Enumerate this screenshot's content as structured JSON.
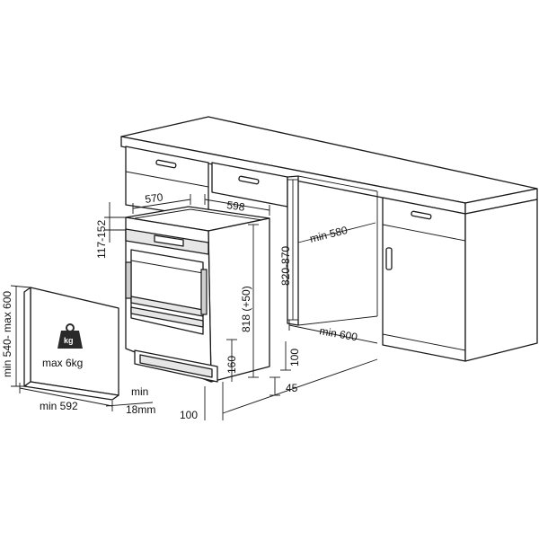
{
  "labels": {
    "dim_570": "570",
    "dim_598": "598",
    "dim_117_152": "117-152",
    "dim_820_870": "820-870",
    "dim_min580": "min 580",
    "dim_818": "818 (+50)",
    "dim_min600": "min 600",
    "dim_160": "160",
    "dim_100_right": "100",
    "dim_45": "45",
    "dim_100_bottom": "100",
    "dim_min540_600": "min 540- max 600",
    "dim_min592": "min 592",
    "dim_min": "min",
    "dim_18mm": "18mm",
    "weight_unit": "kg",
    "weight_max": "max 6kg"
  },
  "icons": {
    "weight": "weight-icon",
    "drawer_handle": "drawer-handle-icon",
    "door_handle": "door-handle-icon"
  },
  "colors": {
    "line": "#1a1a1a",
    "panel_shade": "#e6e6e6",
    "weight_fill": "#2a2a2a"
  }
}
